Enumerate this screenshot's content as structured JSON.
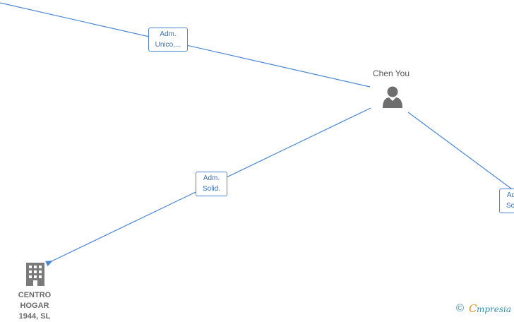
{
  "person": {
    "name": "Chen You",
    "icon": "person-icon"
  },
  "company": {
    "name_lines": [
      "CENTRO",
      "HOGAR",
      "1944, SL"
    ],
    "icon": "building-icon"
  },
  "edges": [
    {
      "from": "offscreen-top-left",
      "to": "person",
      "role_lines": [
        "Adm.",
        "Unico,..."
      ]
    },
    {
      "from": "person",
      "to": "company",
      "role_lines": [
        "Adm.",
        "Solid."
      ]
    },
    {
      "from": "person",
      "to": "offscreen-right",
      "role_lines": [
        "Adm.",
        "Solid."
      ]
    }
  ],
  "brand": {
    "copyright": "©",
    "name_initial": "C",
    "name_rest": "mpresia"
  },
  "colors": {
    "edge": "#4a86d4",
    "label_text": "#3d6fb4",
    "icon": "#6e6e6e",
    "brand_orange": "#e8901a",
    "brand_blue": "#3a8fb0"
  }
}
